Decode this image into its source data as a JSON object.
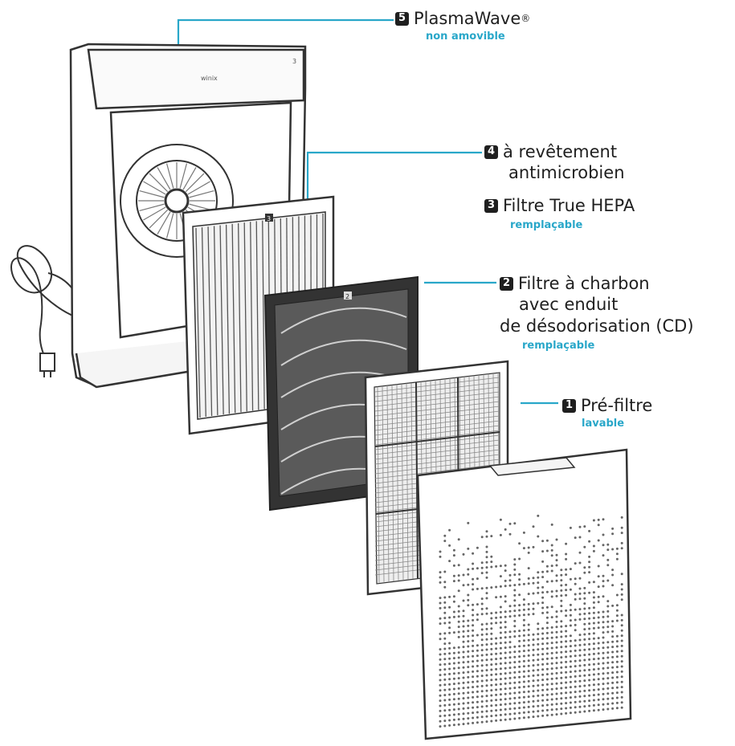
{
  "colors": {
    "accent": "#29a7c9",
    "ink": "#1f1f1f",
    "line": "#333333"
  },
  "callouts": {
    "plasmawave": {
      "num": "5",
      "label": "PlasmaWave",
      "mark": "®",
      "sub": "non amovible"
    },
    "antimicrobial": {
      "num": "4",
      "label": "à revêtement",
      "label2": "antimicrobien"
    },
    "hepa": {
      "num": "3",
      "label": "Filtre True HEPA",
      "sub": "remplaçable"
    },
    "carbon": {
      "num": "2",
      "label": "Filtre à charbon",
      "label2": "avec enduit",
      "label3": "de désodorisation (CD)",
      "sub": "remplaçable"
    },
    "prefilter": {
      "num": "1",
      "label": "Pré-filtre",
      "sub": "lavable"
    }
  },
  "unit": {
    "front_label": "winix",
    "panel_badge": "3"
  },
  "filters": {
    "hepa_badge": "3",
    "carbon_badge": "2"
  }
}
